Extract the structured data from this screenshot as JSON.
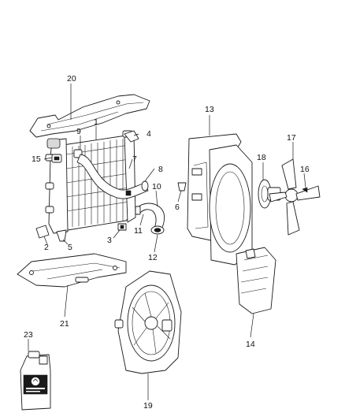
{
  "callouts": {
    "c1": "1",
    "c2": "2",
    "c3": "3",
    "c4": "4",
    "c5": "5",
    "c6": "6",
    "c7": "7",
    "c8": "8",
    "c9": "9",
    "c10": "10",
    "c11": "11",
    "c12": "12",
    "c13": "13",
    "c14": "14",
    "c15": "15",
    "c16": "16",
    "c17": "17",
    "c18": "18",
    "c19": "19",
    "c20": "20",
    "c21": "21",
    "c23": "23"
  },
  "colors": {
    "line": "#1a1a1a",
    "background": "#ffffff"
  }
}
